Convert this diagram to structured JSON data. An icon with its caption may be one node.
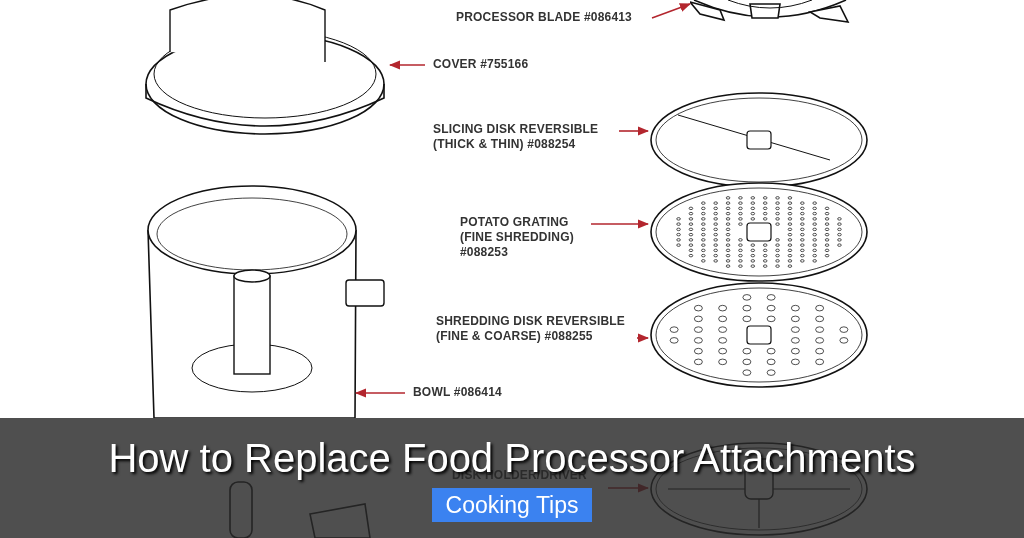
{
  "diagram": {
    "title": "How to Replace Food Processor Attachments",
    "nodes": [
      {
        "text": [
          "PROCESSOR BLADE #086413"
        ]
      },
      {
        "text": [],
        "shape": "picture"
      },
      {
        "text": [
          "COVER #755166"
        ]
      },
      {
        "text": [],
        "shape": "picture"
      },
      {
        "text": [
          "SLICING DISK REVERSIBLE (THICK & THIN) #088254"
        ]
      },
      {
        "text": [],
        "shape": "picture"
      },
      {
        "text": [
          "POTATO GRATING (FINE SHREDDING) #088253"
        ]
      },
      {
        "text": [],
        "shape": "picture"
      },
      {
        "text": [
          "SHREDDING DISK REVERSIBLE (FINE & COARSE) #088255"
        ]
      },
      {
        "text": [],
        "shape": "picture"
      },
      {
        "text": [
          "BOWL #086414"
        ]
      },
      {
        "text": [],
        "shape": "picture"
      },
      {
        "text": [
          "DISK HOLDER/DRIVER"
        ]
      },
      {
        "text": [],
        "shape": "picture"
      }
    ],
    "edges": [
      {
        "from": 0,
        "to": 1,
        "arrow": "to"
      },
      {
        "from": 2,
        "to": 3,
        "arrow": "to"
      },
      {
        "from": 4,
        "to": 5,
        "arrow": "to"
      },
      {
        "from": 6,
        "to": 7,
        "arrow": "to"
      },
      {
        "from": 8,
        "to": 9,
        "arrow": "to"
      },
      {
        "from": 10,
        "to": 11,
        "arrow": "to"
      },
      {
        "from": 12,
        "to": 13,
        "arrow": "to"
      }
    ],
    "labels": [
      "Cooking Tips"
    ]
  }
}
